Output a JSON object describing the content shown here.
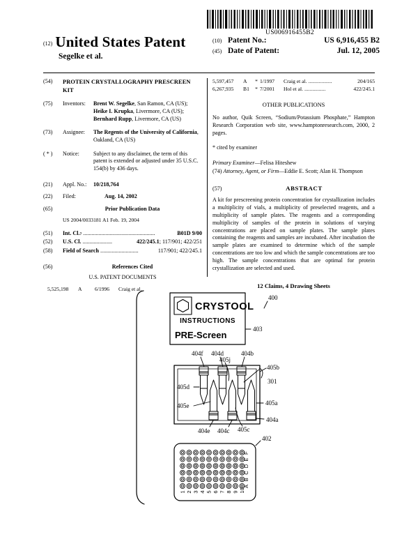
{
  "barcode": {
    "number": "US006916455B2",
    "name": "patent-barcode"
  },
  "header": {
    "kicker_12": "(12)",
    "title": "United States Patent",
    "applicant": "Segelke et al.",
    "patent_no_tag": "(10)",
    "patent_no_label": "Patent No.:",
    "patent_no_value": "US 6,916,455 B2",
    "date_tag": "(45)",
    "date_label": "Date of Patent:",
    "date_value": "Jul. 12, 2005"
  },
  "left": {
    "title_tag": "(54)",
    "title_text": "PROTEIN CRYSTALLOGRAPHY PRESCREEN KIT",
    "inventors_tag": "(75)",
    "inventors_label": "Inventors:",
    "inventors_value": "Brent W. Segelke, San Ramon, CA (US); Heike I. Krupka, Livermore, CA (US); Bernhard Rupp, Livermore, CA (US)",
    "inventors_bold_1": "Brent W. Segelke",
    "inventors_rest_1": ", San Ramon, CA (US); ",
    "inventors_bold_2": "Heike I. Krupka",
    "inventors_rest_2": ", Livermore, CA (US); ",
    "inventors_bold_3": "Bernhard Rupp",
    "inventors_rest_3": ", Livermore, CA (US)",
    "assignee_tag": "(73)",
    "assignee_label": "Assignee:",
    "assignee_bold": "The Regents of the University of California",
    "assignee_rest": ", Oakland, CA (US)",
    "notice_tag": "( * )",
    "notice_label": "Notice:",
    "notice_text": "Subject to any disclaimer, the term of this patent is extended or adjusted under 35 U.S.C. 154(b) by 436 days.",
    "appl_tag": "(21)",
    "appl_label": "Appl. No.:",
    "appl_value": "10/218,764",
    "filed_tag": "(22)",
    "filed_label": "Filed:",
    "filed_value": "Aug. 14, 2002",
    "prior_pub_tag": "(65)",
    "prior_pub_heading": "Prior Publication Data",
    "prior_pub_value": "US 2004/0033181 A1 Feb. 19, 2004",
    "intcl_tag": "(51)",
    "intcl_label": "Int. Cl.",
    "intcl_sup": "7",
    "intcl_value": "B01D 9/00",
    "uscl_tag": "(52)",
    "uscl_label": "U.S. Cl.",
    "uscl_value_bold": "422/245.1",
    "uscl_value_rest": "; 117/901; 422/251",
    "fos_tag": "(58)",
    "fos_label": "Field of Search",
    "fos_value": "117/901; 422/245.1",
    "refs_tag": "(56)",
    "refs_heading": "References Cited",
    "us_docs_heading": "U.S. PATENT DOCUMENTS",
    "us_docs": [
      {
        "num": "5,525,198",
        "kind": "A",
        "star": "",
        "date": "6/1996",
        "name": "Craig et al.",
        "cls": ""
      }
    ]
  },
  "right": {
    "cites": [
      {
        "num": "5,597,457",
        "kind": "A",
        "star": "*",
        "date": "1/1997",
        "name": "Craig et al.",
        "dots": "..................",
        "cls": "204/165"
      },
      {
        "num": "6,267,935",
        "kind": "B1",
        "star": "*",
        "date": "7/2001",
        "name": "Hol et al.",
        "dots": "................",
        "cls": "422/245.1"
      }
    ],
    "other_pubs_heading": "OTHER PUBLICATIONS",
    "other_pubs_text": "No author, Quik Screen, “Sodium/Potassium Phosphate,” Hampton Research Corporation web site, www.hamptonresearch.com, 2000, 2 pages.",
    "cited_by_examiner": "* cited by examiner",
    "primary_examiner_label": "Primary Examiner",
    "primary_examiner_value": "—Felisa Hiteshew",
    "attorney_tag": "(74)",
    "attorney_label": "Attorney, Agent, or Firm",
    "attorney_value": "—Eddie E. Scott; Alan H. Thompson",
    "abstract_tag": "(57)",
    "abstract_heading": "ABSTRACT",
    "abstract_text": "A kit for prescreening protein concentration for crystallization includes a multiplicity of vials, a multiplicity of preselected reagents, and a multiplicity of sample plates. The reagents and a corresponding multiplicity of samples of the protein in solutions of varying concentrations are placed on sample plates. The sample plates containing the reagents and samples are incubated. After incubation the sample plates are examined to determine which of the sample concentrations are too low and which the sample concentrations are too high. The sample concentrations that are optimal for protein crystallization are selected and used.",
    "claims_line": "12 Claims, 4 Drawing Sheets"
  },
  "figure": {
    "card": {
      "brand": "CRYSTOOL",
      "subtitle": "INSTRUCTIONS",
      "tagline": "PRE-Screen",
      "logo": "hexagon-icon"
    },
    "ref_numbers": {
      "kit": "400",
      "card": "403",
      "tray": "301",
      "plate": "402",
      "vial_top_f": "404f",
      "vial_top_d": "404d",
      "vial_top_b": "404b",
      "vial_bot_e": "404e",
      "vial_bot_c": "404c",
      "vial_bot_a": "404a",
      "liq_d": "405d",
      "liq_e": "405e",
      "liq_j": "405j",
      "liq_b": "405b",
      "liq_a": "405a",
      "liq_c": "405c"
    },
    "plate": {
      "rows": [
        "F",
        "E",
        "D",
        "C",
        "B",
        "A"
      ],
      "cols": [
        "1",
        "2",
        "3",
        "4",
        "5",
        "6",
        "7",
        "8",
        "9",
        "10"
      ],
      "row_count": 6,
      "col_count": 10
    }
  },
  "colors": {
    "ink": "#000000",
    "paper": "#ffffff"
  }
}
